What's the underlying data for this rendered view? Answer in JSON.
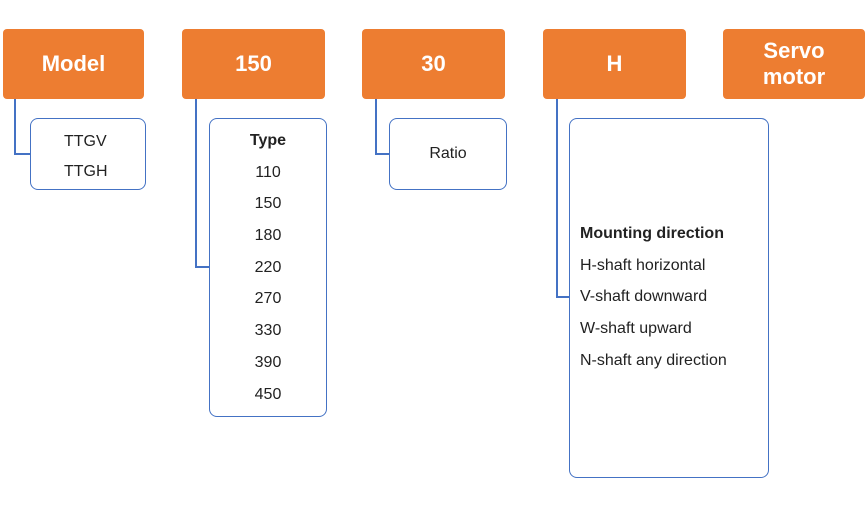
{
  "headers": {
    "model": "Model",
    "type_code": "150",
    "ratio_code": "30",
    "mount_code": "H",
    "motor_line1": "Servo",
    "motor_line2": "motor"
  },
  "model_box": {
    "items": [
      "TTGV",
      "TTGH"
    ]
  },
  "type_box": {
    "title": "Type",
    "items": [
      "110",
      "150",
      "180",
      "220",
      "270",
      "330",
      "390",
      "450"
    ]
  },
  "ratio_box": {
    "label": "Ratio"
  },
  "mounting_box": {
    "title": "Mounting direction",
    "items": [
      "H-shaft horizontal",
      "V-shaft downward",
      "W-shaft upward",
      "N-shaft any direction"
    ]
  },
  "colors": {
    "header_fill": "#ED7D31",
    "header_text": "#FFFFFF",
    "box_border": "#4472C4",
    "connector": "#4472C4"
  }
}
